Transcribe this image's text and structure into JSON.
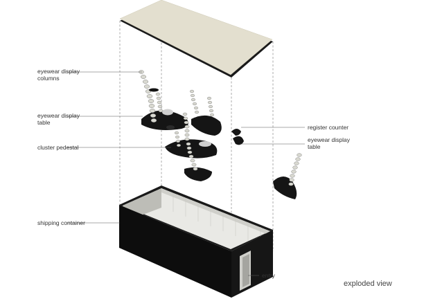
{
  "diagram": {
    "caption": "exploded view",
    "labels": {
      "eyewear_display_columns": "eyewear display\ncolumns",
      "eyewear_display_table_left": "eyewear display\ntable",
      "cluster_pedestal": "cluster pedestal",
      "shipping_container": "shipping container",
      "register_counter": "register counter",
      "eyewear_display_table_right": "eyewear display\ntable",
      "entry": "entry"
    },
    "colors": {
      "roof_panel": "#e3dfcf",
      "container_body": "#0d0d0d",
      "container_interior": "#e8e8e4",
      "furniture": "#141414",
      "column_light": "#d8d8d0",
      "leader_line": "#555555"
    }
  }
}
